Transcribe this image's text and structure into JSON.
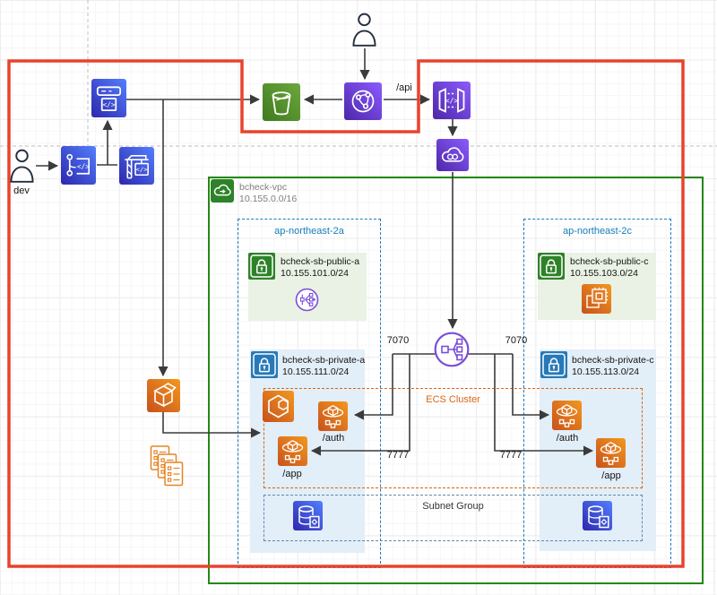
{
  "colors": {
    "boundary_red": "#E8432D",
    "vpc_green": "#248814",
    "az_blue": "#147EBA",
    "ecs_orange": "#D86613",
    "subnet_group_slate": "#6688AA",
    "public_subnet_bg": "#E9F2E4",
    "private_subnet_bg": "#E2EEF8",
    "public_lock_green": "#2E8228",
    "private_lock_blue": "#2779B8",
    "line_gray": "#3B3B3B"
  },
  "users": {
    "dev": "dev"
  },
  "edges": {
    "api": "/api",
    "port_lb": "7070",
    "port_app": "7777"
  },
  "vpc": {
    "name": "bcheck-vpc",
    "cidr": "10.155.0.0/16"
  },
  "azs": {
    "a": "ap-northeast-2a",
    "c": "ap-northeast-2c"
  },
  "subnets": {
    "public_a": {
      "name": "bcheck-sb-public-a",
      "cidr": "10.155.101.0/24"
    },
    "public_c": {
      "name": "bcheck-sb-public-c",
      "cidr": "10.155.103.0/24"
    },
    "private_a": {
      "name": "bcheck-sb-private-a",
      "cidr": "10.155.111.0/24"
    },
    "private_c": {
      "name": "bcheck-sb-private-c",
      "cidr": "10.155.113.0/24"
    }
  },
  "ecs_cluster": {
    "label": "ECS Cluster"
  },
  "subnet_group": {
    "label": "Subnet Group"
  },
  "services": {
    "auth": "/auth",
    "app": "/app"
  }
}
